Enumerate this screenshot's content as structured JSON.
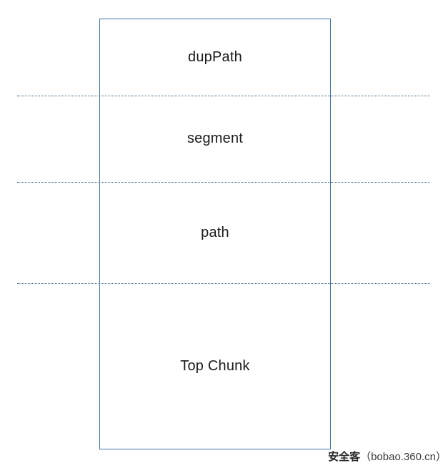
{
  "diagram": {
    "sections": [
      {
        "label": "dupPath"
      },
      {
        "label": "segment"
      },
      {
        "label": "path"
      },
      {
        "label": "Top Chunk"
      }
    ],
    "colors": {
      "box_border": "#41719C",
      "divider": "#2E5E80",
      "label_text": "#1A1A1A"
    }
  },
  "watermark": {
    "site_name": "安全客",
    "site_url": "（bobao.360.cn）"
  }
}
